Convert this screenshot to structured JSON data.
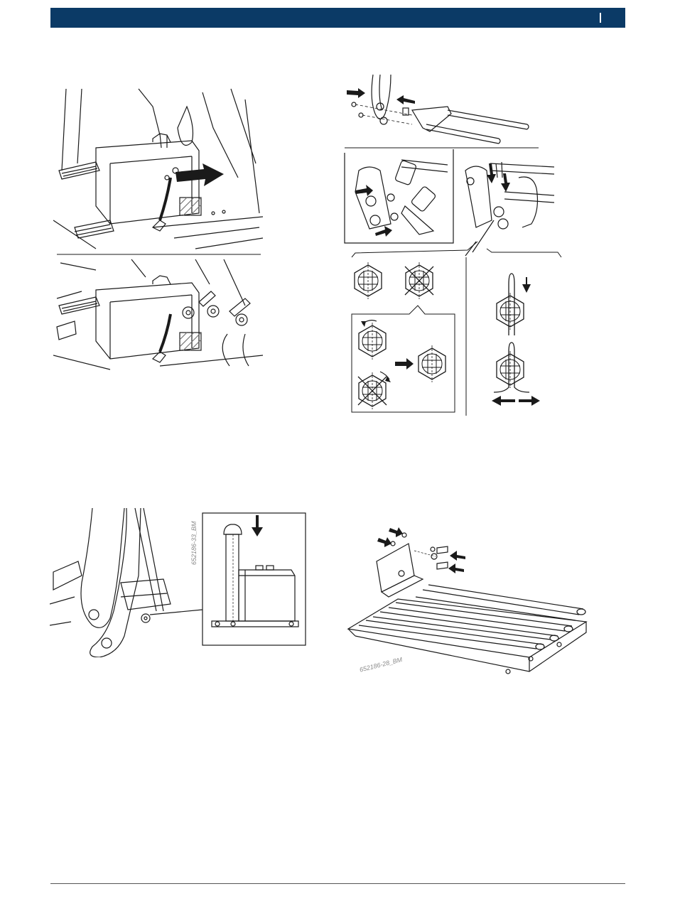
{
  "header": {
    "bar_color": "#0b3a66",
    "page_marker": "|"
  },
  "figures": {
    "hose_removal": {
      "panels": 2
    },
    "castle_nut_guide": {
      "panels": 5
    },
    "pin_bolt": {
      "code": "652186-33_BM"
    },
    "roller_frame": {
      "code": "652186-28_BM"
    }
  },
  "colors": {
    "line": "#1a1a1a",
    "arrow": "#1a1a1a",
    "hatch": "#777777"
  },
  "icons": [
    "arrow-right-icon",
    "arrow-down-icon",
    "cross-out-icon"
  ]
}
